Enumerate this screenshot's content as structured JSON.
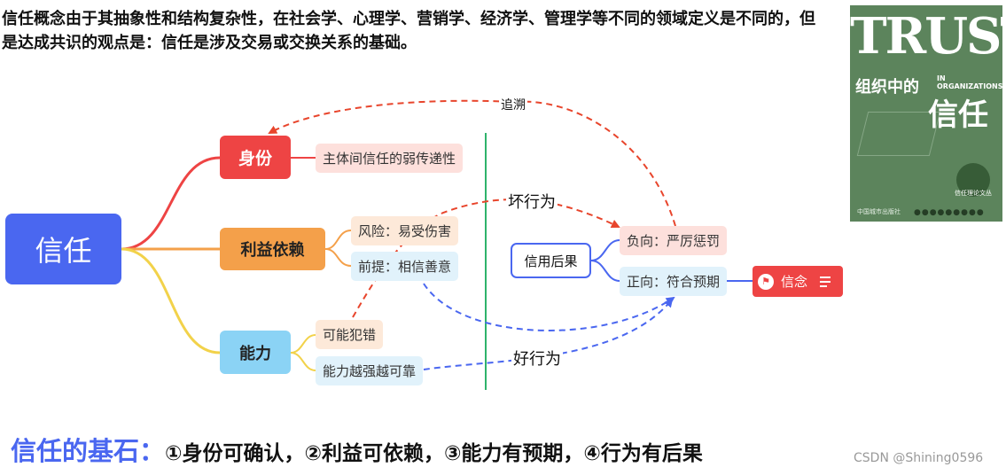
{
  "intro_text": "信任概念由于其抽象性和结构复杂性，在社会学、心理学、营销学、经济学、管理学等不同的领域定义是不同的，但是达成共识的观点是：信任是涉及交易或交换关系的基础。",
  "mindmap": {
    "root": "信任",
    "branches": {
      "identity": "身份",
      "interest": "利益依赖",
      "ability": "能力"
    },
    "leaves": {
      "weak_transitivity": "主体间信任的弱传递性",
      "risk": "风险：易受伤害",
      "premise": "前提：相信善意",
      "may_err": "可能犯错",
      "stronger_ability": "能力越强越可靠"
    },
    "credit_consequence": "信用后果",
    "negative": "负向：严厉惩罚",
    "positive": "正向：符合预期",
    "belief": "信念",
    "edge_labels": {
      "trace": "追溯",
      "bad_behavior": "坏行为",
      "good_behavior": "好行为"
    }
  },
  "book_cover": {
    "title_en": "TRUST",
    "subtitle_en": "IN ORGANIZATIONS",
    "title_cn_small": "组织中的",
    "title_cn_large": "信任",
    "series": "信任理论文丛",
    "publisher": "中国城市出版社",
    "icon": "book-cover-image"
  },
  "bottom": {
    "heading": "信任的基石：",
    "body": "①身份可确认，②利益可依赖，③能力有预期，④行为有后果"
  },
  "watermark": "CSDN @Shining0596",
  "colors": {
    "root": "#4a67f0",
    "identity": "#ee4444",
    "interest": "#f4a04a",
    "ability": "#8bd3f5",
    "red_dashed": "#e8452c",
    "blue_dashed": "#4a67f0",
    "divider": "#2fb36b",
    "belief": "#ee4444"
  }
}
